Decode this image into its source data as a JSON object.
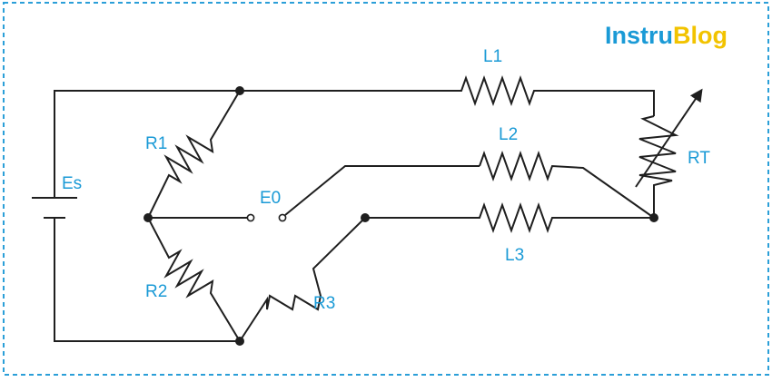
{
  "logo": {
    "part1": "Instru",
    "part2": "Blog"
  },
  "labels": {
    "es": "Es",
    "r1": "R1",
    "r2": "R2",
    "r3": "R3",
    "e0": "E0",
    "l1": "L1",
    "l2": "L2",
    "l3": "L3",
    "rt": "RT"
  },
  "colors": {
    "label": "#1a9ad6",
    "logo_primary": "#1a9ad6",
    "logo_accent": "#f2c300",
    "wire": "#1f1f1f",
    "border": "#2b9fd8"
  }
}
